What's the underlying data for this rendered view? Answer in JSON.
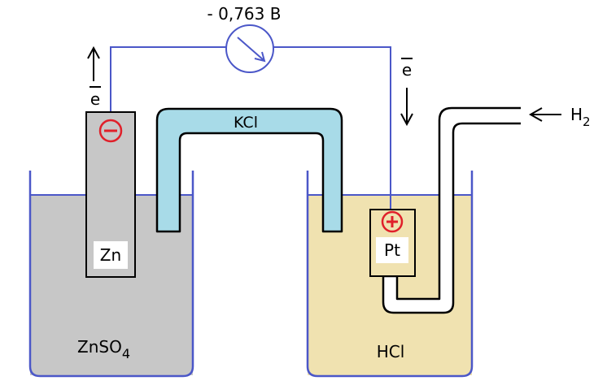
{
  "voltmeter": {
    "reading": "- 0,763 B"
  },
  "electron_left": {
    "symbol": "e"
  },
  "electron_right": {
    "symbol": "e"
  },
  "salt_bridge": {
    "label": "KCl"
  },
  "anode": {
    "label": "Zn",
    "sign": "−"
  },
  "cathode": {
    "label": "Pt",
    "sign": "+"
  },
  "left_beaker": {
    "solution": "ZnSO",
    "subscript": "4"
  },
  "right_beaker": {
    "solution": "HCl"
  },
  "gas_inlet": {
    "label": "H",
    "subscript": "2"
  },
  "colors": {
    "wire": "#4b57c8",
    "znso4": "#c7c7c7",
    "hcl": "#f0e2b0",
    "salt_bridge": "#a8dbe8",
    "electrode_zn": "#c7c7c7",
    "sign": "#e0202a"
  }
}
